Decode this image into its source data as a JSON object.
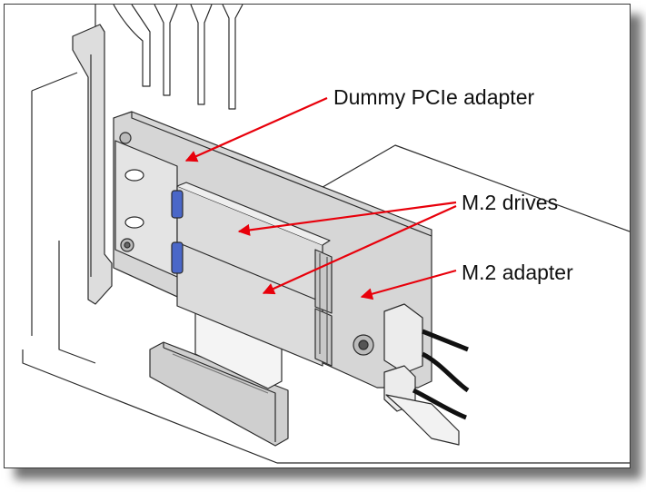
{
  "callouts": {
    "dummy_pcie_adapter": "Dummy PCIe adapter",
    "m2_drives": "M.2 drives",
    "m2_adapter": "M.2 adapter"
  },
  "colors": {
    "arrow": "#e8000b",
    "latch": "#4a67c8",
    "board": "#d6d6d6",
    "line": "#2b2b2b"
  },
  "icons": {
    "arrow": "arrowhead-icon",
    "latch": "blue-latch-icon",
    "thumbscrew": "thumbscrew-icon"
  }
}
